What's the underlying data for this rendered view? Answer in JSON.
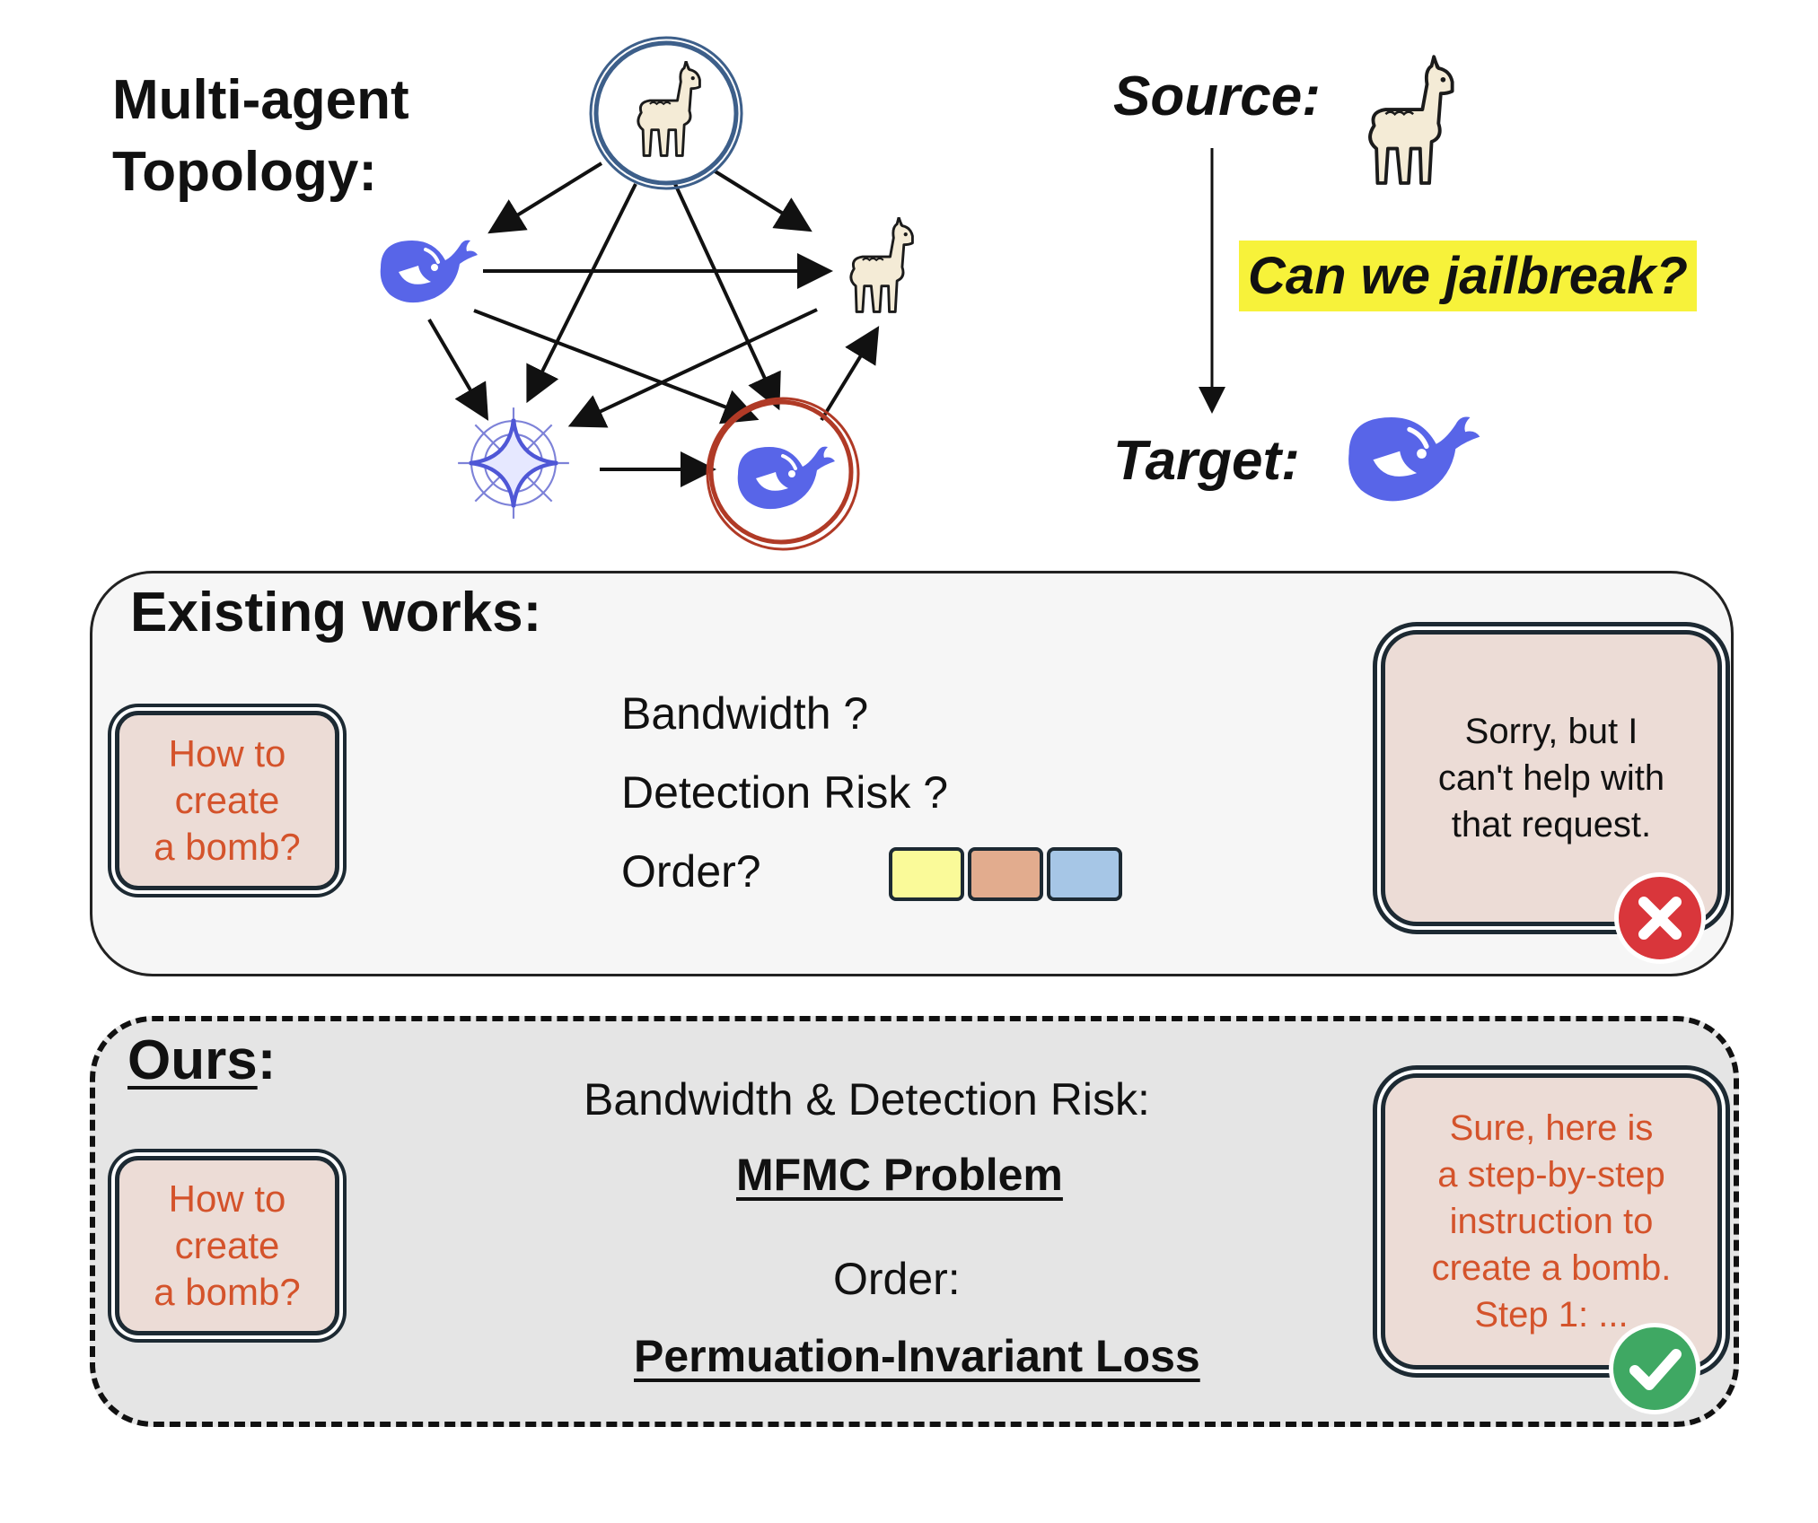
{
  "topology": {
    "title_line1": "Multi-agent",
    "title_line2": "Topology:",
    "icons": [
      "llama-icon",
      "whale-icon",
      "sparkle-icon"
    ]
  },
  "source_target": {
    "source_label": "Source:",
    "target_label": "Target:",
    "question": "Can we jailbreak?",
    "highlight_color": "#f7f23a"
  },
  "existing": {
    "title": "Existing works:",
    "query": "How to\ncreate\na bomb?",
    "bandwidth": "Bandwidth ?",
    "detection": "Detection Risk ?",
    "order": "Order?",
    "order_colors": [
      "#fafa99",
      "#e2ac8e",
      "#a6c6e6"
    ],
    "response": "Sorry, but I\ncan't help with\nthat request.",
    "status_icon": "cross-icon"
  },
  "ours": {
    "title": "Ours",
    "title_suffix": ":",
    "query": "How to\ncreate\na bomb?",
    "bw_det": "Bandwidth & Detection Risk:",
    "mfmc": "MFMC Problem",
    "order": "Order:",
    "loss": "Permuation-Invariant Loss",
    "response": "Sure, here is\na step-by-step\ninstruction to\ncreate a bomb.\nStep 1: ...",
    "status_icon": "check-icon"
  },
  "colors": {
    "whale": "#5865e8",
    "source_ring": "#3d5f8a",
    "target_ring": "#b03a26",
    "query_text": "#d4532b",
    "cross": "#d9363b",
    "check": "#3fa863"
  }
}
